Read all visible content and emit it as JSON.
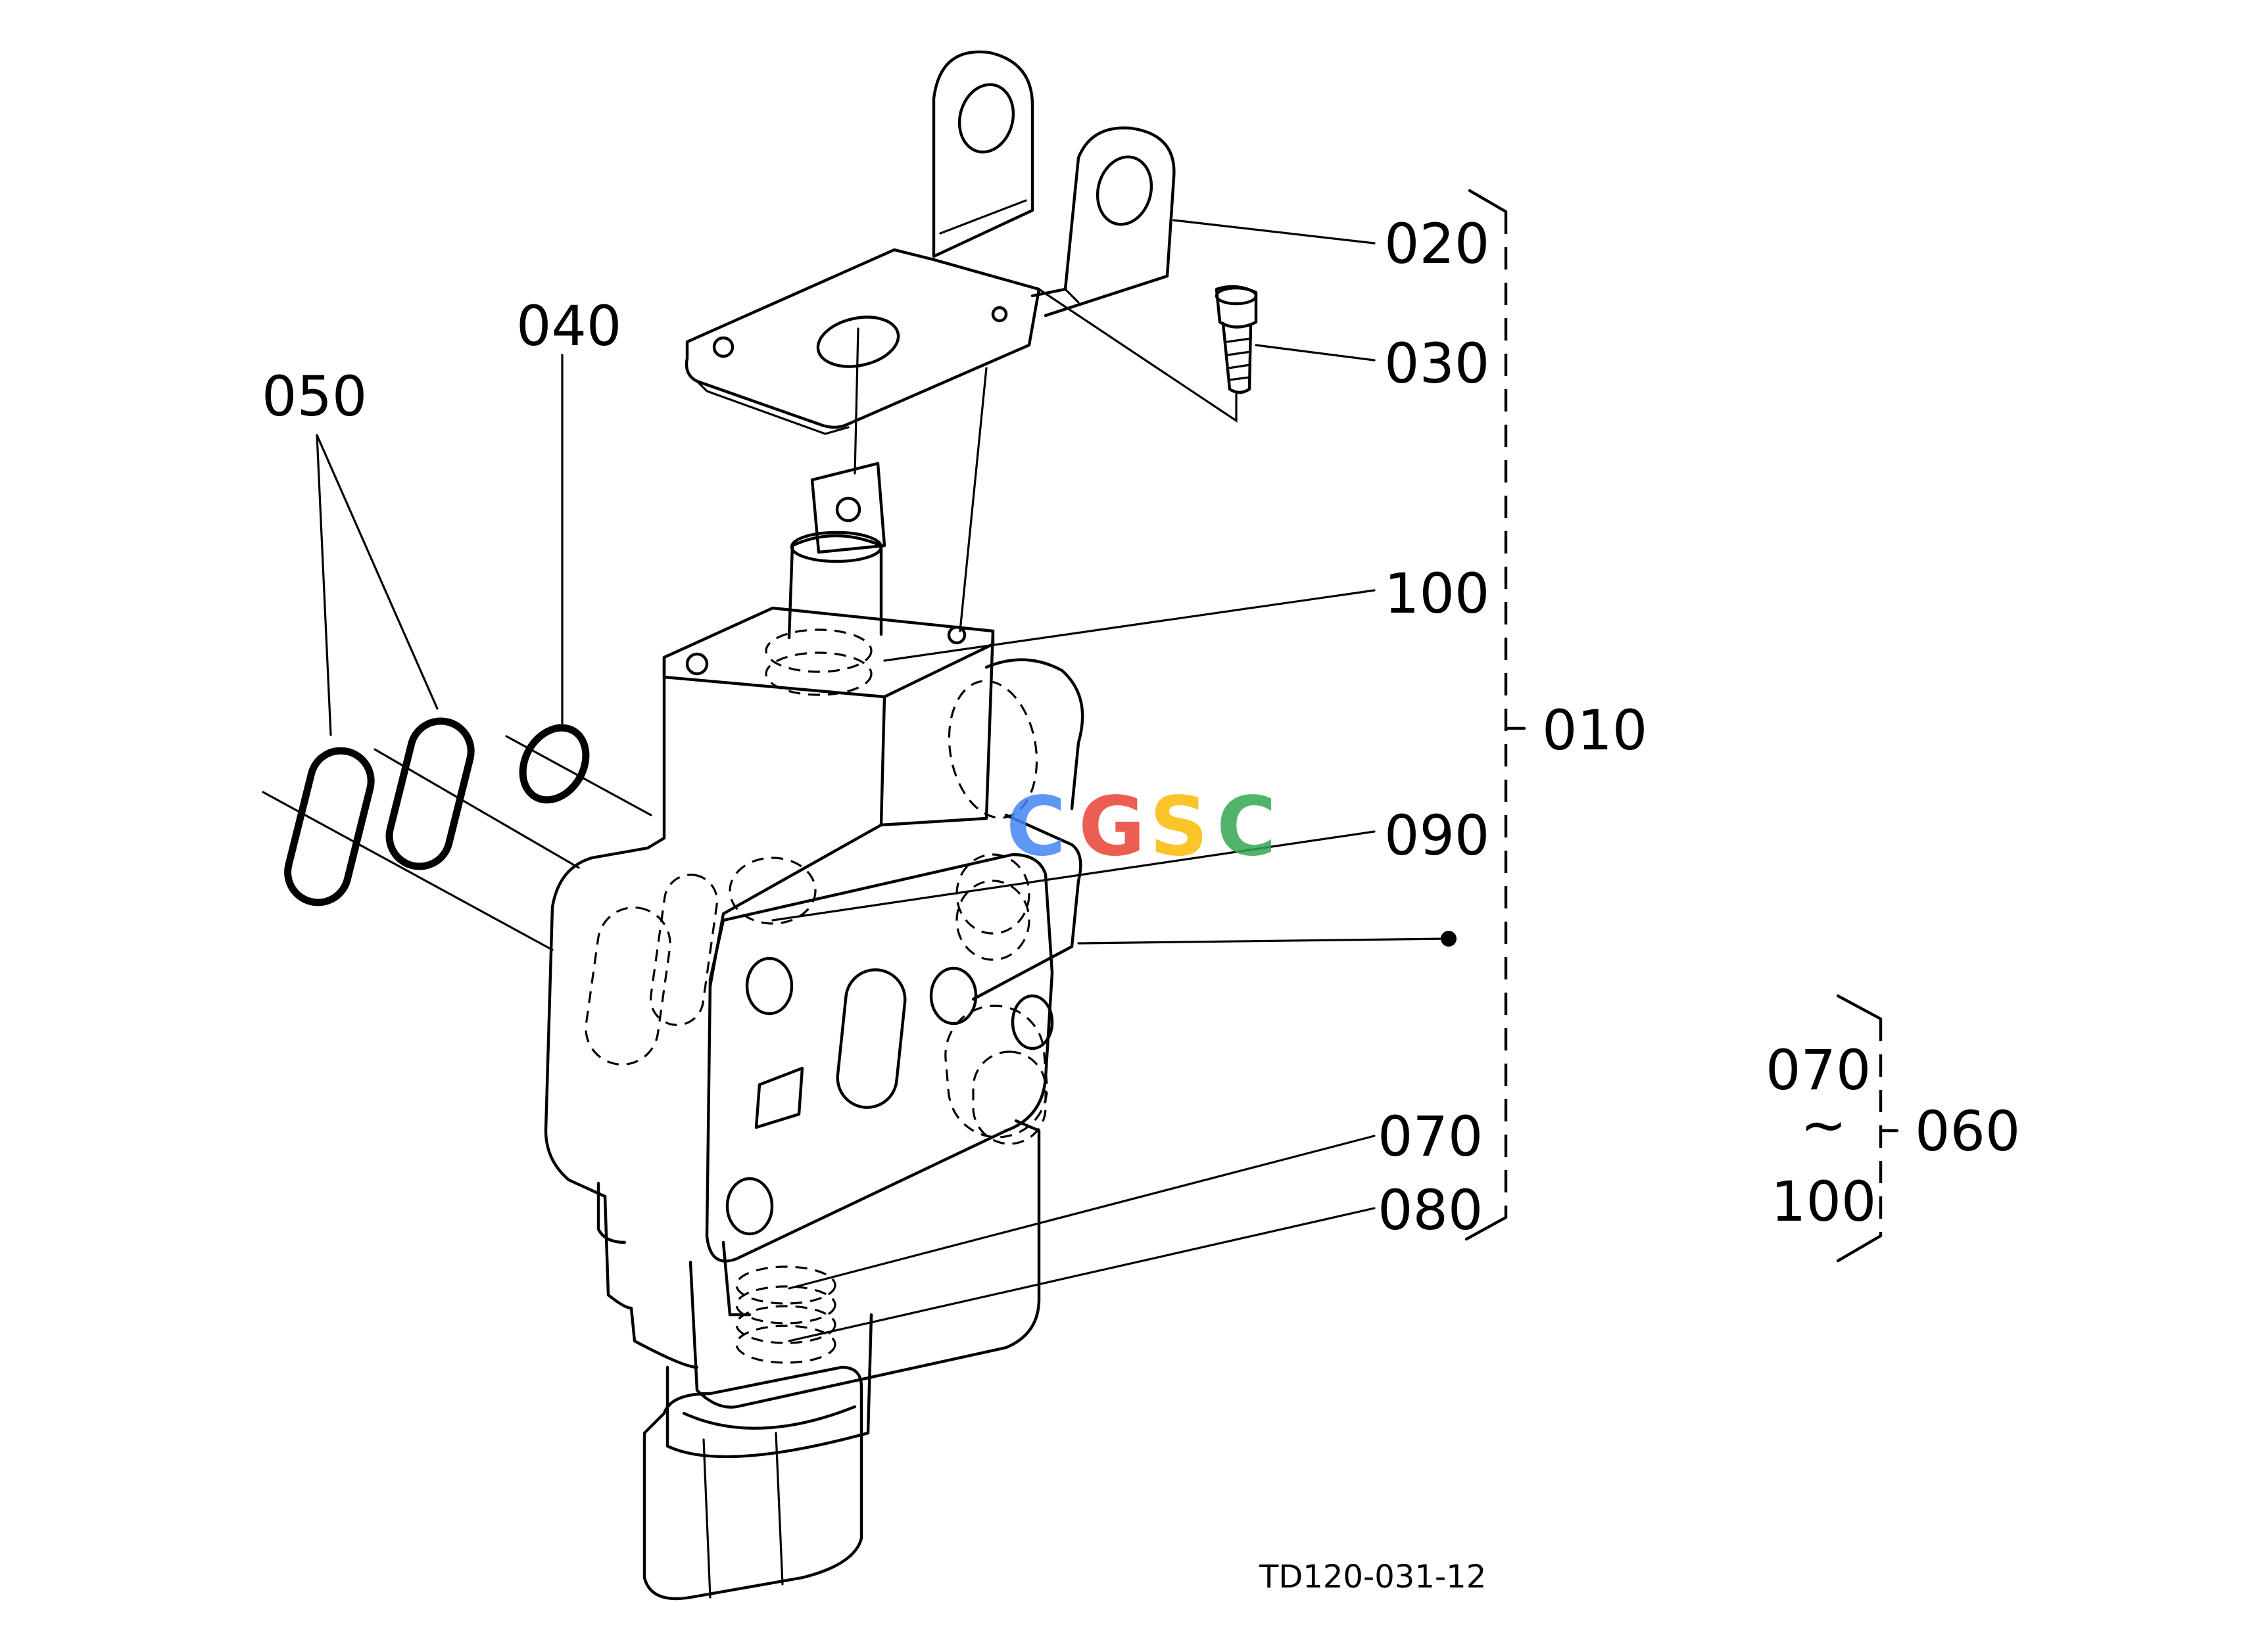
{
  "labels": {
    "p010": "010",
    "p020": "020",
    "p030": "030",
    "p040": "040",
    "p050": "050",
    "p060": "060",
    "p070": "070",
    "p080": "080",
    "p090": "090",
    "p100": "100",
    "range_from": "070",
    "range_tilde": "~",
    "range_to": "100"
  },
  "drawing_code": "TD120-031-12",
  "watermark": {
    "letters": [
      "C",
      "G",
      "S",
      "C"
    ],
    "colors": [
      "#4285F4",
      "#EA4335",
      "#FBBC05",
      "#34A853"
    ]
  }
}
